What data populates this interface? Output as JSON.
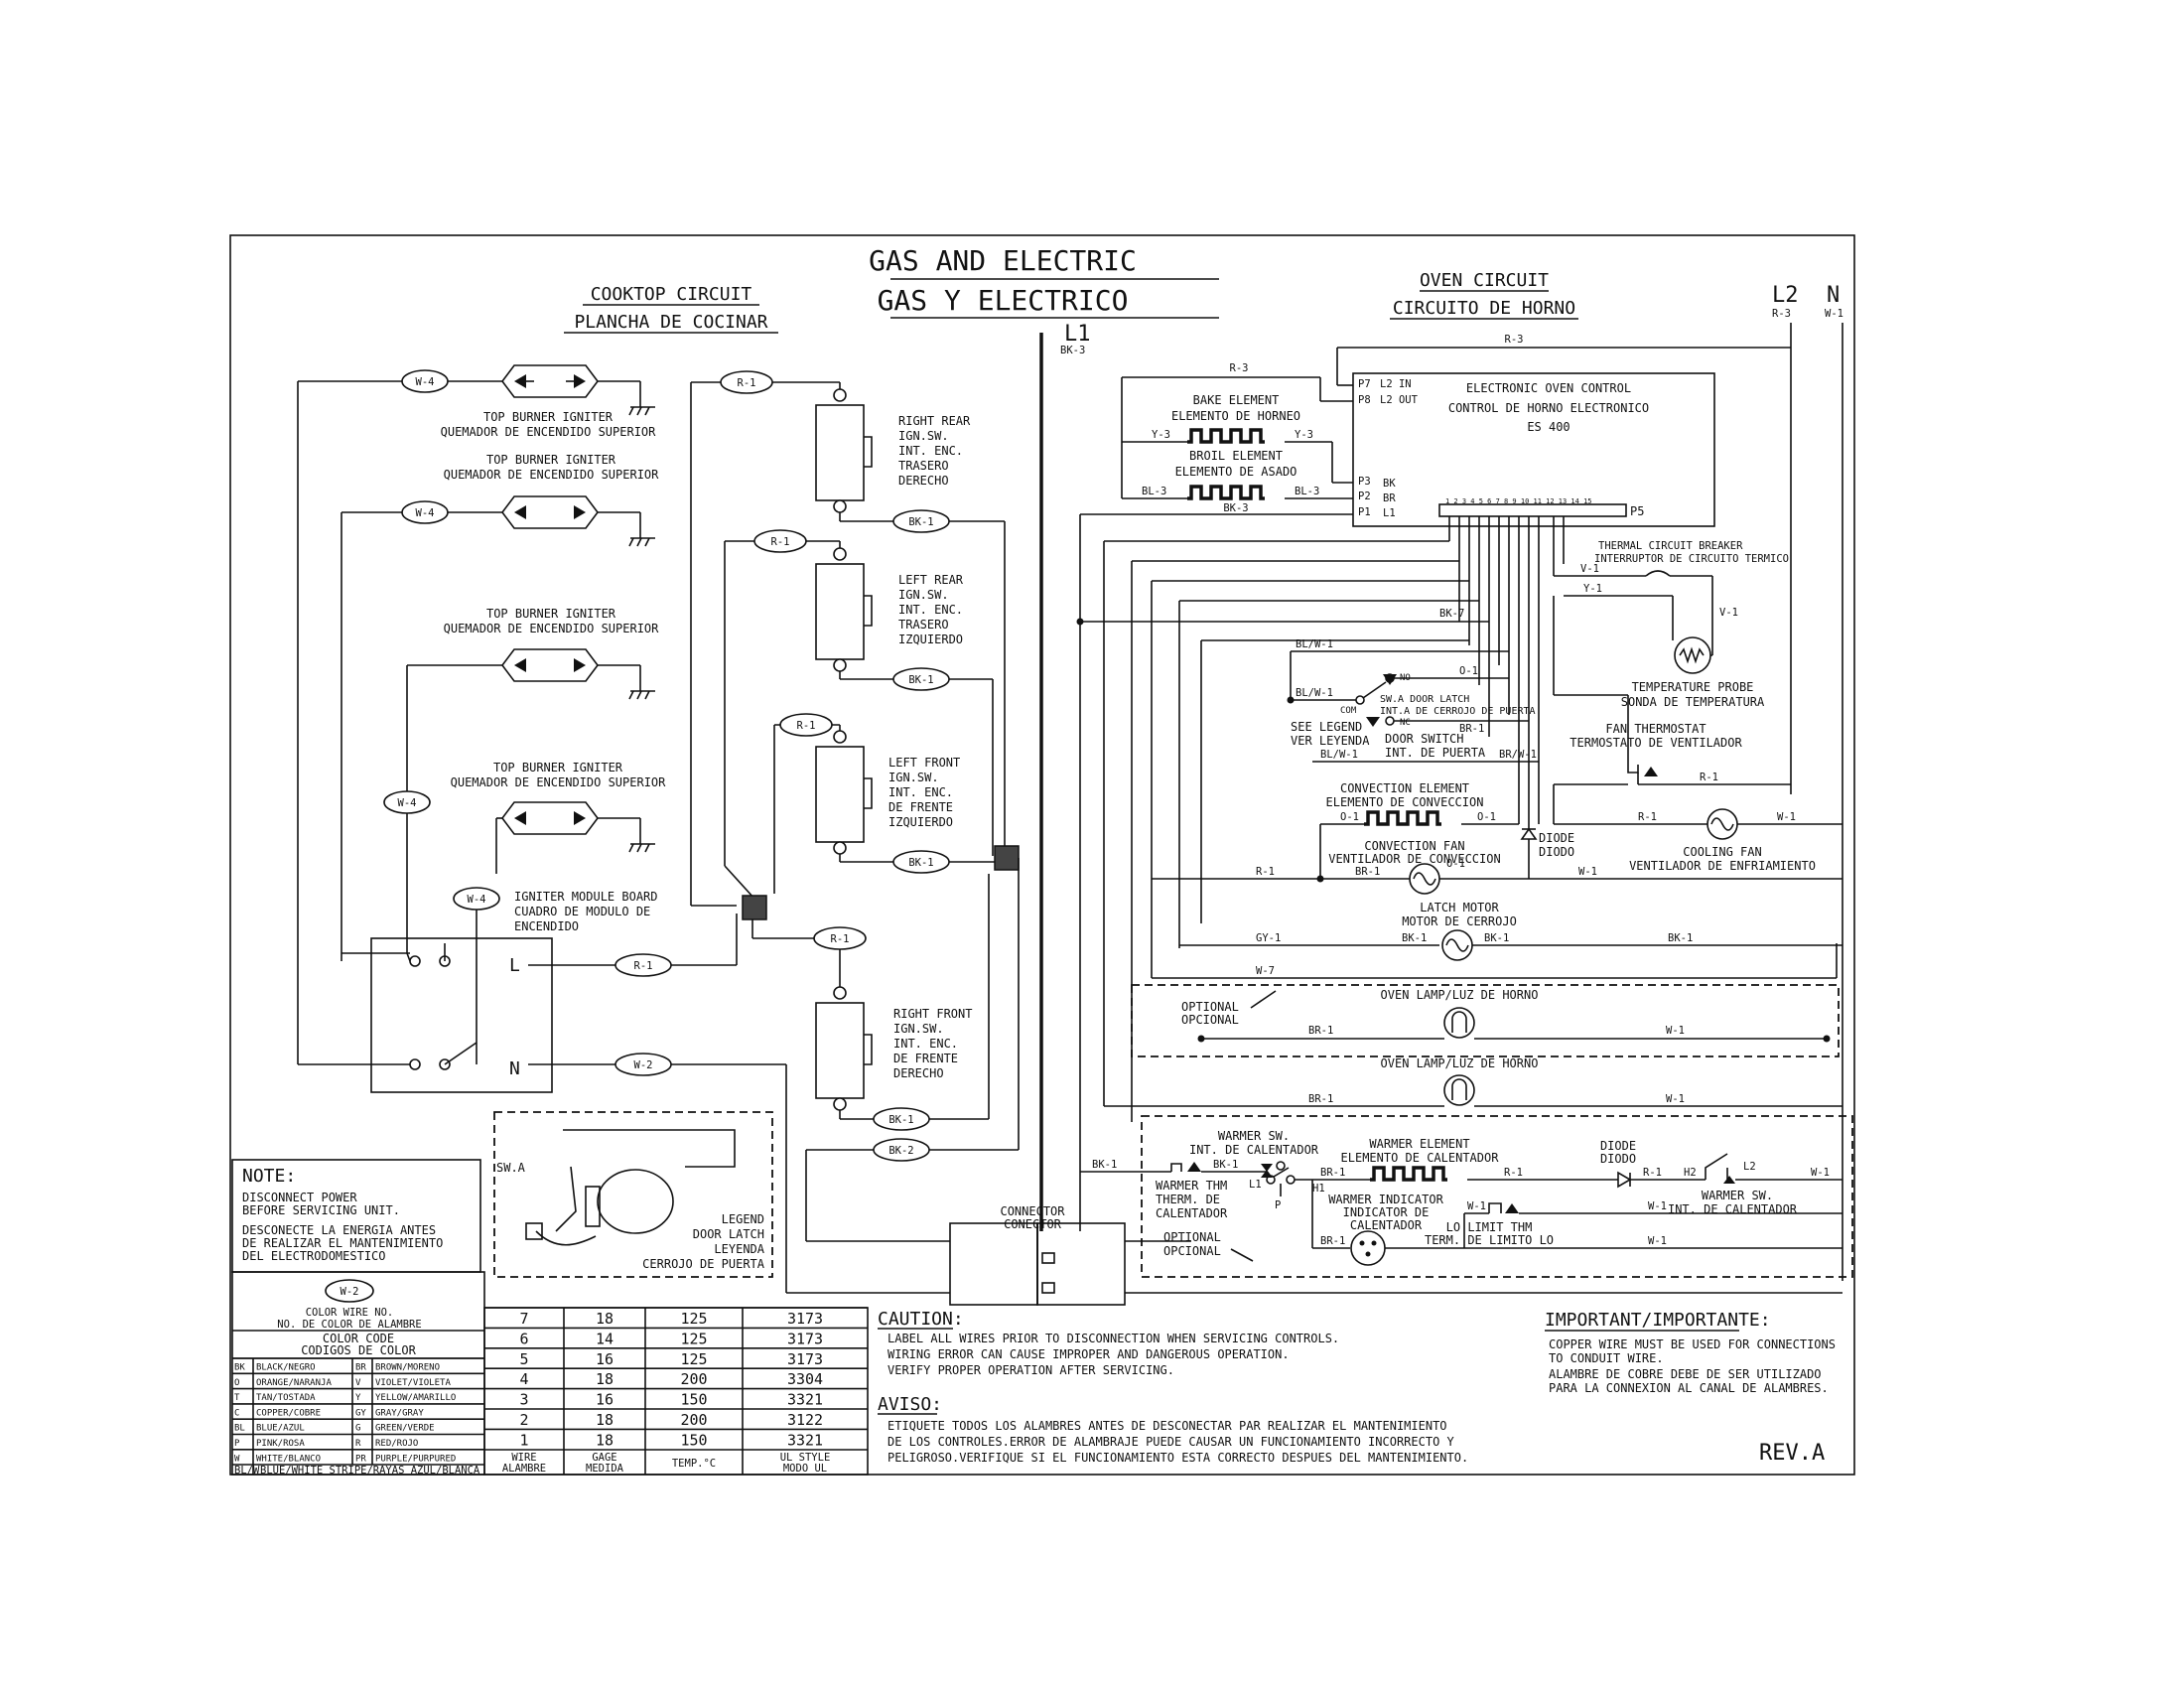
{
  "title": {
    "line1": "GAS AND ELECTRIC",
    "line2": "GAS Y ELECTRICO"
  },
  "cooktop": {
    "title1": "COOKTOP CIRCUIT",
    "title2": "PLANCHA DE COCINAR"
  },
  "oven": {
    "title1": "OVEN CIRCUIT",
    "title2": "CIRCUITO DE HORNO"
  },
  "power": {
    "l1": "L1",
    "l1_wire": "BK-3",
    "l2": "L2",
    "l2_wire": "R-3",
    "n": "N",
    "n_wire": "W-1"
  },
  "igniters": [
    {
      "en": "TOP BURNER IGNITER",
      "es": "QUEMADOR DE ENCENDIDO SUPERIOR",
      "wire": "W-4"
    },
    {
      "en": "TOP BURNER IGNITER",
      "es": "QUEMADOR DE ENCENDIDO SUPERIOR",
      "wire": "W-4"
    },
    {
      "en": "TOP BURNER IGNITER",
      "es": "QUEMADOR DE ENCENDIDO SUPERIOR",
      "wire": "W-4"
    },
    {
      "en": "TOP BURNER IGNITER",
      "es": "QUEMADOR DE ENCENDIDO SUPERIOR",
      "wire": "W-4"
    }
  ],
  "ign_switches": [
    {
      "l1": "RIGHT REAR",
      "l2": "IGN.SW.",
      "l3": "INT. ENC.",
      "l4": "TRASERO",
      "l5": "DERECHO",
      "top_wire": "R-1",
      "bot_wire": "BK-1"
    },
    {
      "l1": "LEFT REAR",
      "l2": "IGN.SW.",
      "l3": "INT. ENC.",
      "l4": "TRASERO",
      "l5": "IZQUIERDO",
      "top_wire": "R-1",
      "bot_wire": "BK-1"
    },
    {
      "l1": "LEFT FRONT",
      "l2": "IGN.SW.",
      "l3": "INT. ENC.",
      "l4": "DE FRENTE",
      "l5": "IZQUIERDO",
      "top_wire": "R-1",
      "bot_wire": "BK-1"
    },
    {
      "l1": "RIGHT FRONT",
      "l2": "IGN.SW.",
      "l3": "INT. ENC.",
      "l4": "DE FRENTE",
      "l5": "DERECHO",
      "top_wire": "R-1",
      "bot_wire": "BK-1"
    }
  ],
  "module": {
    "l1": "IGNITER MODULE BOARD",
    "l2": "CUADRO DE MODULO DE",
    "l3": "ENCENDIDO",
    "term_l": "L",
    "term_n": "N",
    "wire_l": "R-1",
    "wire_n": "W-2",
    "wire_w4": "W-4",
    "bk2": "BK-2"
  },
  "latch_legend": {
    "sw": "SW.A",
    "l1": "LEGEND",
    "l2": "DOOR LATCH",
    "l3": "LEYENDA",
    "l4": "CERROJO DE PUERTA"
  },
  "connector": {
    "l1": "CONNECTOR",
    "l2": "CONECTOR"
  },
  "note": {
    "title": "NOTE:",
    "l1": "DISCONNECT POWER",
    "l2": "BEFORE SERVICING UNIT.",
    "l3": "DESCONECTE LA ENERGIA ANTES",
    "l4": "DE REALIZAR EL MANTENIMIENTO",
    "l5": "DEL ELECTRODOMESTICO"
  },
  "color_code": {
    "sample": "W-2",
    "cw1": "COLOR WIRE NO.",
    "cw2": "NO. DE COLOR DE ALAMBRE",
    "cc1": "COLOR CODE",
    "cc2": "CODIGOS DE COLOR",
    "rows": [
      [
        "BK",
        "BLACK/NEGRO",
        "BR",
        "BROWN/MORENO"
      ],
      [
        "O",
        "ORANGE/NARANJA",
        "V",
        "VIOLET/VIOLETA"
      ],
      [
        "T",
        "TAN/TOSTADA",
        "Y",
        "YELLOW/AMARILLO"
      ],
      [
        "C",
        "COPPER/COBRE",
        "GY",
        "GRAY/GRAY"
      ],
      [
        "BL",
        "BLUE/AZUL",
        "G",
        "GREEN/VERDE"
      ],
      [
        "P",
        "PINK/ROSA",
        "R",
        "RED/ROJO"
      ],
      [
        "W",
        "WHITE/BLANCO",
        "PR",
        "PURPLE/PURPURED"
      ]
    ],
    "last_code": "BL/W",
    "last_name": "BLUE/WHITE STRIPE/RAYAS AZUL/BLANCA"
  },
  "wire_table": {
    "rows": [
      [
        "7",
        "18",
        "125",
        "3173"
      ],
      [
        "6",
        "14",
        "125",
        "3173"
      ],
      [
        "5",
        "16",
        "125",
        "3173"
      ],
      [
        "4",
        "18",
        "200",
        "3304"
      ],
      [
        "3",
        "16",
        "150",
        "3321"
      ],
      [
        "2",
        "18",
        "200",
        "3122"
      ],
      [
        "1",
        "18",
        "150",
        "3321"
      ]
    ],
    "h1a": "WIRE",
    "h1b": "ALAMBRE",
    "h2a": "GAGE",
    "h2b": "MEDIDA",
    "h3": "TEMP.°C",
    "h4a": "UL STYLE",
    "h4b": "MODO UL"
  },
  "caution": {
    "title": "CAUTION:",
    "l1": "LABEL ALL WIRES PRIOR TO DISCONNECTION WHEN SERVICING CONTROLS.",
    "l2": "WIRING ERROR CAN CAUSE IMPROPER AND DANGEROUS OPERATION.",
    "l3": "VERIFY PROPER OPERATION AFTER SERVICING."
  },
  "aviso": {
    "title": "AVISO:",
    "l1": "ETIQUETE TODOS LOS ALAMBRES ANTES DE DESCONECTAR PAR REALIZAR EL MANTENIMIENTO",
    "l2": "DE LOS CONTROLES.ERROR DE ALAMBRAJE PUEDE CAUSAR UN FUNCIONAMIENTO INCORRECTO Y",
    "l3": "PELIGROSO.VERIFIQUE SI EL FUNCIONAMIENTO ESTA CORRECTO DESPUES DEL MANTENIMIENTO."
  },
  "important": {
    "title": "IMPORTANT/IMPORTANTE:",
    "l1": "COPPER WIRE MUST BE USED FOR CONNECTIONS",
    "l2": "TO CONDUIT WIRE.",
    "l3": "ALAMBRE DE COBRE DEBE DE SER UTILIZADO",
    "l4": "PARA LA CONNEXION AL CANAL DE ALAMBRES."
  },
  "rev": "REV.A",
  "control": {
    "l1": "ELECTRONIC OVEN CONTROL",
    "l2": "CONTROL DE HORNO ELECTRONICO",
    "l3": "ES 400",
    "p7": "P7",
    "p7l": "L2 IN",
    "p8": "P8",
    "p8l": "L2 OUT",
    "p3": "P3",
    "p3l": "BK",
    "p2": "P2",
    "p2l": "BR",
    "p1": "P1",
    "p1l": "L1",
    "p5": "P5",
    "pins": "1 2 3 4 5 6 7 8 9 10 11 12 13 14 15"
  },
  "bake": {
    "en": "BAKE ELEMENT",
    "es": "ELEMENTO DE HORNEO",
    "wire": "Y-3"
  },
  "broil": {
    "en": "BROIL ELEMENT",
    "es": "ELEMENTO DE ASADO",
    "wire": "BL-3",
    "bk3": "BK-3"
  },
  "tcb": {
    "en": "THERMAL CIRCUIT BREAKER",
    "es": "INTERRUPTOR DE CIRCUITO TERMICO",
    "v1": "V-1",
    "y1": "Y-1"
  },
  "probe": {
    "en": "TEMPERATURE PROBE",
    "es": "SONDA DE TEMPERATURA"
  },
  "door": {
    "no": "NO",
    "com": "COM",
    "nc": "NC",
    "sw1": "SW.A DOOR LATCH",
    "sw2": "INT.A DE CERROJO DE PUERTA",
    "see1": "SEE LEGEND",
    "see2": "VER LEYENDA",
    "ds1": "DOOR SWITCH",
    "ds2": "INT. DE PUERTA",
    "blw": "BL/W-1",
    "o1": "O-1",
    "br1": "BR-1",
    "brw": "BR/W-1"
  },
  "fan_thermo": {
    "en": "FAN THERMOSTAT",
    "es": "TERMOSTATO DE VENTILADOR",
    "r1": "R-1"
  },
  "convection": {
    "en": "CONVECTION ELEMENT",
    "es": "ELEMENTO DE CONVECCION",
    "o1": "O-1"
  },
  "conv_fan": {
    "en": "CONVECTION FAN",
    "es": "VENTILADOR DE CONVECCION"
  },
  "diode": {
    "en": "DIODE",
    "es": "DIODO"
  },
  "cooling_fan": {
    "en": "COOLING FAN",
    "es": "VENTILADOR DE ENFRIAMIENTO"
  },
  "latch_motor": {
    "en": "LATCH MOTOR",
    "es": "MOTOR DE CERROJO",
    "gy": "GY-1",
    "bk": "BK-1"
  },
  "lamp": {
    "label": "OVEN LAMP/LUZ DE HORNO",
    "opt1": "OPTIONAL",
    "opt2": "OPCIONAL",
    "w7": "W-7"
  },
  "warmer": {
    "sw_en": "WARMER SW.",
    "sw_es": "INT. DE CALENTADOR",
    "elem_en": "WARMER ELEMENT",
    "elem_es": "ELEMENTO DE CALENTADOR",
    "thm1": "WARMER THM",
    "thm2": "THERM. DE",
    "thm3": "CALENTADOR",
    "ind1": "WARMER INDICATOR",
    "ind2": "INDICATOR DE",
    "ind3": "CALENTADOR",
    "lo1": "LO LIMIT THM",
    "lo2": "TERM. DE LIMITO LO",
    "sw2_en": "WARMER SW.",
    "sw2_es": "INT. DE CALENTADOR",
    "l1": "L1",
    "p": "P",
    "h1": "H1",
    "h2": "H2",
    "l2": "L2"
  },
  "wires": {
    "r1": "R-1",
    "bk1": "BK-1",
    "bk7": "BK-7",
    "w1": "W-1",
    "br1": "BR-1",
    "r3": "R-3",
    "d1": "O-1",
    "blw1": "BL/W-1",
    "w7": "W-7",
    "y1": "Y-1"
  }
}
